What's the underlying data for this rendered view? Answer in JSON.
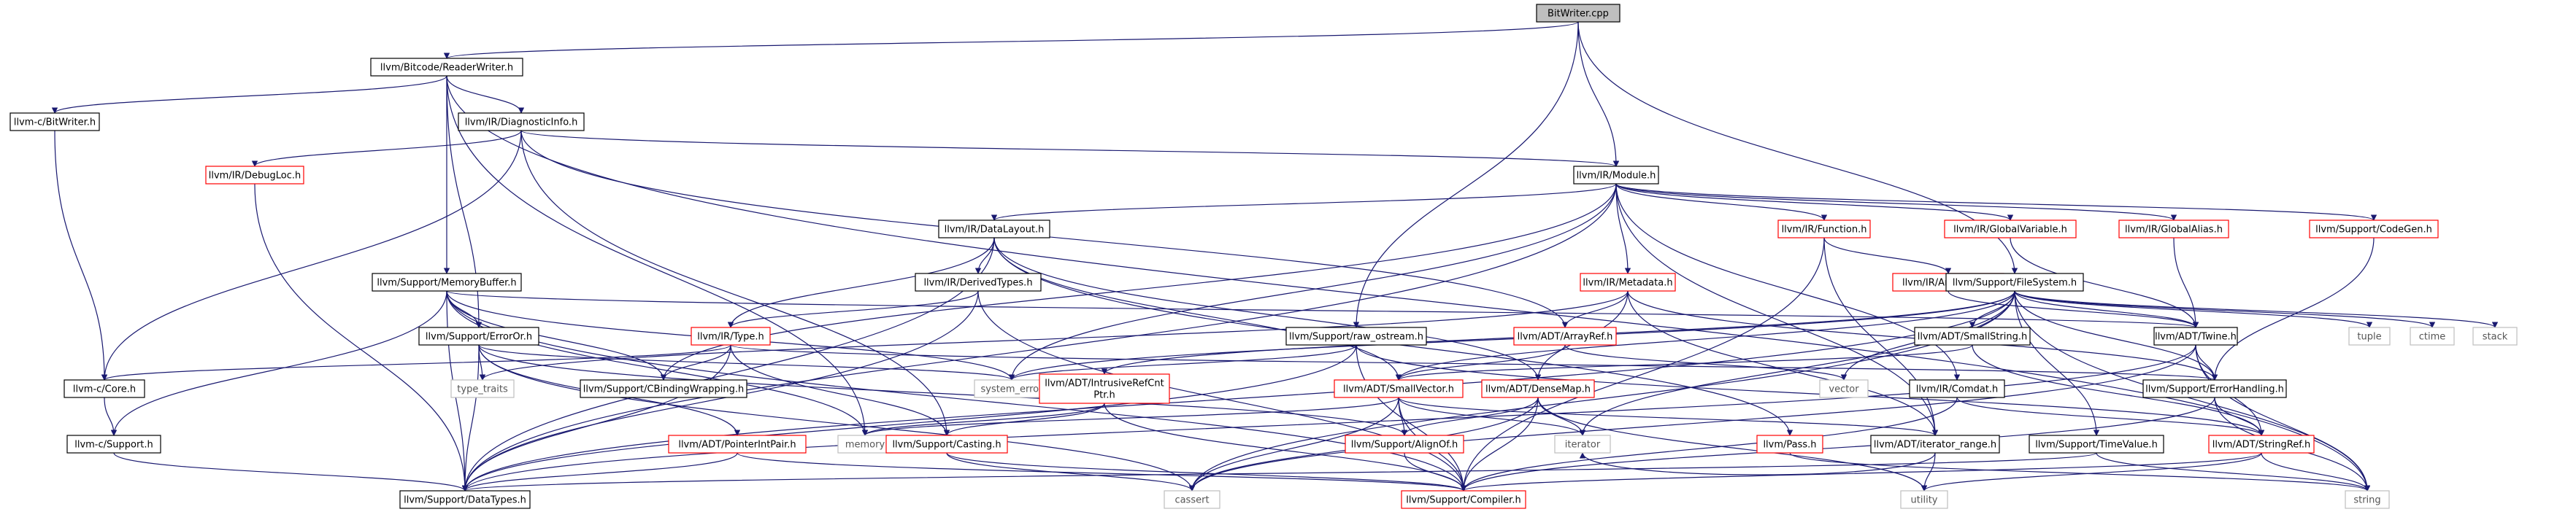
{
  "colors": {
    "edge": "#191970",
    "root_fill": "#bfbfbf",
    "root_stroke": "#000000",
    "doc_stroke": "#000000",
    "undoc_stroke": "#ff0000",
    "external_stroke": "#bfbfbf",
    "external_text": "#555555",
    "text": "#000000"
  },
  "nodes": [
    {
      "id": "bitwriter",
      "label": "BitWriter.cpp",
      "kind": "root"
    },
    {
      "id": "readerwriter",
      "label": "llvm/Bitcode/ReaderWriter.h",
      "kind": "doc"
    },
    {
      "id": "cbitwriter",
      "label": "llvm-c/BitWriter.h",
      "kind": "doc"
    },
    {
      "id": "diaginfo",
      "label": "llvm/IR/DiagnosticInfo.h",
      "kind": "doc"
    },
    {
      "id": "debugloc",
      "label": "llvm/IR/DebugLoc.h",
      "kind": "undoc"
    },
    {
      "id": "module",
      "label": "llvm/IR/Module.h",
      "kind": "doc"
    },
    {
      "id": "datalayout",
      "label": "llvm/IR/DataLayout.h",
      "kind": "doc"
    },
    {
      "id": "function",
      "label": "llvm/IR/Function.h",
      "kind": "undoc"
    },
    {
      "id": "globalvar",
      "label": "llvm/IR/GlobalVariable.h",
      "kind": "undoc"
    },
    {
      "id": "globalalias",
      "label": "llvm/IR/GlobalAlias.h",
      "kind": "undoc"
    },
    {
      "id": "codegen",
      "label": "llvm/Support/CodeGen.h",
      "kind": "undoc"
    },
    {
      "id": "memorybuffer",
      "label": "llvm/Support/MemoryBuffer.h",
      "kind": "doc"
    },
    {
      "id": "derivedtypes",
      "label": "llvm/IR/DerivedTypes.h",
      "kind": "doc"
    },
    {
      "id": "metadata",
      "label": "llvm/IR/Metadata.h",
      "kind": "undoc"
    },
    {
      "id": "argument",
      "label": "llvm/IR/Argument.h",
      "kind": "undoc"
    },
    {
      "id": "filesystem",
      "label": "llvm/Support/FileSystem.h",
      "kind": "doc"
    },
    {
      "id": "erroror",
      "label": "llvm/Support/ErrorOr.h",
      "kind": "doc"
    },
    {
      "id": "type",
      "label": "llvm/IR/Type.h",
      "kind": "undoc"
    },
    {
      "id": "rawostream",
      "label": "llvm/Support/raw_ostream.h",
      "kind": "doc"
    },
    {
      "id": "arrayref",
      "label": "llvm/ADT/ArrayRef.h",
      "kind": "undoc"
    },
    {
      "id": "smallstring",
      "label": "llvm/ADT/SmallString.h",
      "kind": "doc"
    },
    {
      "id": "twine",
      "label": "llvm/ADT/Twine.h",
      "kind": "doc"
    },
    {
      "id": "tuple",
      "label": "tuple",
      "kind": "external"
    },
    {
      "id": "ctime",
      "label": "ctime",
      "kind": "external"
    },
    {
      "id": "stack",
      "label": "stack",
      "kind": "external"
    },
    {
      "id": "typetraits",
      "label": "type_traits",
      "kind": "external"
    },
    {
      "id": "ccore",
      "label": "llvm-c/Core.h",
      "kind": "doc"
    },
    {
      "id": "cbinding",
      "label": "llvm/Support/CBindingWrapping.h",
      "kind": "doc"
    },
    {
      "id": "syserror",
      "label": "system_error",
      "kind": "external"
    },
    {
      "id": "intrusive",
      "label": "llvm/ADT/IntrusiveRefCnt\nPtr.h",
      "kind": "undoc"
    },
    {
      "id": "smallvector",
      "label": "llvm/ADT/SmallVector.h",
      "kind": "undoc"
    },
    {
      "id": "densemap",
      "label": "llvm/ADT/DenseMap.h",
      "kind": "undoc"
    },
    {
      "id": "vector",
      "label": "vector",
      "kind": "external"
    },
    {
      "id": "comdat",
      "label": "llvm/IR/Comdat.h",
      "kind": "doc"
    },
    {
      "id": "errorhandling",
      "label": "llvm/Support/ErrorHandling.h",
      "kind": "doc"
    },
    {
      "id": "csupport",
      "label": "llvm-c/Support.h",
      "kind": "doc"
    },
    {
      "id": "pointerint",
      "label": "llvm/ADT/PointerIntPair.h",
      "kind": "undoc"
    },
    {
      "id": "memory",
      "label": "memory",
      "kind": "external"
    },
    {
      "id": "casting",
      "label": "llvm/Support/Casting.h",
      "kind": "undoc"
    },
    {
      "id": "alignof",
      "label": "llvm/Support/AlignOf.h",
      "kind": "undoc"
    },
    {
      "id": "iterator",
      "label": "iterator",
      "kind": "external"
    },
    {
      "id": "pass",
      "label": "llvm/Pass.h",
      "kind": "undoc"
    },
    {
      "id": "iterrange",
      "label": "llvm/ADT/iterator_range.h",
      "kind": "doc"
    },
    {
      "id": "timevalue",
      "label": "llvm/Support/TimeValue.h",
      "kind": "doc"
    },
    {
      "id": "stringref",
      "label": "llvm/ADT/StringRef.h",
      "kind": "undoc"
    },
    {
      "id": "datatypes",
      "label": "llvm/Support/DataTypes.h",
      "kind": "doc"
    },
    {
      "id": "cassert",
      "label": "cassert",
      "kind": "external"
    },
    {
      "id": "compiler",
      "label": "llvm/Support/Compiler.h",
      "kind": "undoc"
    },
    {
      "id": "utility",
      "label": "utility",
      "kind": "external"
    },
    {
      "id": "string",
      "label": "string",
      "kind": "external"
    }
  ],
  "edges": [
    [
      "bitwriter",
      "readerwriter"
    ],
    [
      "bitwriter",
      "module"
    ],
    [
      "bitwriter",
      "rawostream"
    ],
    [
      "bitwriter",
      "filesystem"
    ],
    [
      "readerwriter",
      "cbitwriter"
    ],
    [
      "readerwriter",
      "diaginfo"
    ],
    [
      "readerwriter",
      "memorybuffer"
    ],
    [
      "readerwriter",
      "erroror"
    ],
    [
      "readerwriter",
      "memory"
    ],
    [
      "readerwriter",
      "string"
    ],
    [
      "cbitwriter",
      "ccore"
    ],
    [
      "diaginfo",
      "debugloc"
    ],
    [
      "diaginfo",
      "module"
    ],
    [
      "diaginfo",
      "arrayref"
    ],
    [
      "diaginfo",
      "casting"
    ],
    [
      "diaginfo",
      "ccore"
    ],
    [
      "debugloc",
      "datatypes"
    ],
    [
      "module",
      "datalayout"
    ],
    [
      "module",
      "function"
    ],
    [
      "module",
      "globalvar"
    ],
    [
      "module",
      "globalalias"
    ],
    [
      "module",
      "codegen"
    ],
    [
      "module",
      "metadata"
    ],
    [
      "module",
      "comdat"
    ],
    [
      "module",
      "iterrange"
    ],
    [
      "module",
      "cbinding"
    ],
    [
      "module",
      "datatypes"
    ],
    [
      "module",
      "syserror"
    ],
    [
      "datalayout",
      "derivedtypes"
    ],
    [
      "datalayout",
      "type"
    ],
    [
      "datalayout",
      "smallvector"
    ],
    [
      "datalayout",
      "densemap"
    ],
    [
      "datalayout",
      "pass"
    ],
    [
      "datalayout",
      "datatypes"
    ],
    [
      "function",
      "argument"
    ],
    [
      "function",
      "iterrange"
    ],
    [
      "function",
      "compiler"
    ],
    [
      "globalvar",
      "twine"
    ],
    [
      "globalalias",
      "twine"
    ],
    [
      "codegen",
      "errorhandling"
    ],
    [
      "memorybuffer",
      "erroror"
    ],
    [
      "memorybuffer",
      "twine"
    ],
    [
      "memorybuffer",
      "cbinding"
    ],
    [
      "memorybuffer",
      "csupport"
    ],
    [
      "memorybuffer",
      "compiler"
    ],
    [
      "memorybuffer",
      "datatypes"
    ],
    [
      "memorybuffer",
      "syserror"
    ],
    [
      "memorybuffer",
      "memory"
    ],
    [
      "derivedtypes",
      "type"
    ],
    [
      "derivedtypes",
      "compiler"
    ],
    [
      "derivedtypes",
      "datatypes"
    ],
    [
      "metadata",
      "arrayref"
    ],
    [
      "metadata",
      "densemap"
    ],
    [
      "metadata",
      "errorhandling"
    ],
    [
      "metadata",
      "iterrange"
    ],
    [
      "metadata",
      "typetraits"
    ],
    [
      "argument",
      "twine"
    ],
    [
      "filesystem",
      "smallstring"
    ],
    [
      "filesystem",
      "twine"
    ],
    [
      "filesystem",
      "intrusive"
    ],
    [
      "filesystem",
      "smallvector"
    ],
    [
      "filesystem",
      "timevalue"
    ],
    [
      "filesystem",
      "errorhandling"
    ],
    [
      "filesystem",
      "datatypes"
    ],
    [
      "filesystem",
      "syserror"
    ],
    [
      "filesystem",
      "tuple"
    ],
    [
      "filesystem",
      "ctime"
    ],
    [
      "filesystem",
      "stack"
    ],
    [
      "filesystem",
      "vector"
    ],
    [
      "filesystem",
      "iterator"
    ],
    [
      "filesystem",
      "cassert"
    ],
    [
      "filesystem",
      "string"
    ],
    [
      "erroror",
      "alignof"
    ],
    [
      "erroror",
      "typetraits"
    ],
    [
      "erroror",
      "syserror"
    ],
    [
      "erroror",
      "datatypes"
    ],
    [
      "erroror",
      "cassert"
    ],
    [
      "erroror",
      "pointerint"
    ],
    [
      "type",
      "ccore"
    ],
    [
      "type",
      "cbinding"
    ],
    [
      "type",
      "casting"
    ],
    [
      "type",
      "datatypes"
    ],
    [
      "type",
      "errorhandling"
    ],
    [
      "rawostream",
      "stringref"
    ],
    [
      "rawostream",
      "datatypes"
    ],
    [
      "rawostream",
      "compiler"
    ],
    [
      "rawostream",
      "syserror"
    ],
    [
      "arrayref",
      "smallvector"
    ],
    [
      "arrayref",
      "vector"
    ],
    [
      "smallstring",
      "smallvector"
    ],
    [
      "smallstring",
      "stringref"
    ],
    [
      "twine",
      "stringref"
    ],
    [
      "twine",
      "errorhandling"
    ],
    [
      "twine",
      "datatypes"
    ],
    [
      "twine",
      "cassert"
    ],
    [
      "twine",
      "string"
    ],
    [
      "ccore",
      "csupport"
    ],
    [
      "intrusive",
      "casting"
    ],
    [
      "intrusive",
      "memory"
    ],
    [
      "intrusive",
      "compiler"
    ],
    [
      "smallvector",
      "alignof"
    ],
    [
      "smallvector",
      "compiler"
    ],
    [
      "smallvector",
      "memory"
    ],
    [
      "smallvector",
      "iterator"
    ],
    [
      "smallvector",
      "cassert"
    ],
    [
      "smallvector",
      "iterrange"
    ],
    [
      "densemap",
      "alignof"
    ],
    [
      "densemap",
      "compiler"
    ],
    [
      "densemap",
      "iterator"
    ],
    [
      "densemap",
      "cassert"
    ],
    [
      "densemap",
      "utility"
    ],
    [
      "comdat",
      "stringref"
    ],
    [
      "comdat",
      "compiler"
    ],
    [
      "errorhandling",
      "stringref"
    ],
    [
      "errorhandling",
      "compiler"
    ],
    [
      "errorhandling",
      "string"
    ],
    [
      "csupport",
      "datatypes"
    ],
    [
      "pointerint",
      "compiler"
    ],
    [
      "pointerint",
      "datatypes"
    ],
    [
      "casting",
      "compiler"
    ],
    [
      "casting",
      "cassert"
    ],
    [
      "alignof",
      "compiler"
    ],
    [
      "pass",
      "string"
    ],
    [
      "iterrange",
      "utility"
    ],
    [
      "iterrange",
      "iterator"
    ],
    [
      "timevalue",
      "datatypes"
    ],
    [
      "timevalue",
      "string"
    ],
    [
      "stringref",
      "compiler"
    ],
    [
      "stringref",
      "string"
    ],
    [
      "stringref",
      "utility"
    ]
  ]
}
